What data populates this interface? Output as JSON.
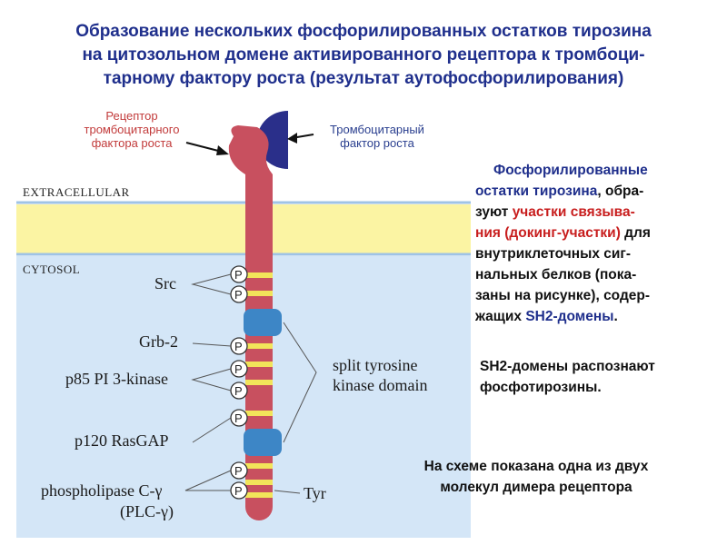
{
  "title": {
    "line1": "Образование нескольких фосфорилированных остатков тирозина",
    "line2": "на цитозольном домене активированного рецептора к тромбоци-",
    "line3": "тарному фактору роста (результат аутофосфорилирования)"
  },
  "diagram": {
    "extracellular": "EXTRACELLULAR",
    "cytosol": "CYTOSOL",
    "receptor_label": [
      "Рецептор",
      "тромбоцитарного",
      "фактора роста"
    ],
    "pdgf_label": [
      "Тромбоцитарный",
      "фактор роста"
    ],
    "proteins": {
      "src": "Src",
      "grb2": "Grb-2",
      "p85": "p85 PI 3-kinase",
      "rasgap": "p120 RasGAP",
      "plc_line1": "phospholipase C-γ",
      "plc_line2": "(PLC-γ)"
    },
    "kinase_line1": "split tyrosine",
    "kinase_line2": "kinase domain",
    "tyr": "Tyr",
    "phospho": "P",
    "colors": {
      "receptor": "#c8505f",
      "pdgf": "#2a2f8a",
      "membrane": "#fbf4a3",
      "cytosol": "#d4e6f7",
      "kinase": "#3d86c6",
      "tyr_band": "#f2e45a"
    }
  },
  "side": {
    "p1_l1": "Фосфорилированные",
    "p1_l2a": "остатки тирозина",
    "p1_l2b": ", обра-",
    "p1_l3a": "зуют ",
    "p1_l3b": "участки связыва-",
    "p1_l4a": "ния (докинг-участки)",
    "p1_l4b": " для",
    "p1_l5": "внутриклеточных сиг-",
    "p1_l6": "нальных белков (пока-",
    "p1_l7": "заны на рисунке), содер-",
    "p1_l8a": "жащих ",
    "p1_l8b": "SH2-домены",
    "p1_l8c": ".",
    "p2_l1": "SH2-домены распознают",
    "p2_l2": "фосфотирозины."
  },
  "note": {
    "l1": "На схеме показана одна из двух",
    "l2": "молекул димера рецептора"
  }
}
